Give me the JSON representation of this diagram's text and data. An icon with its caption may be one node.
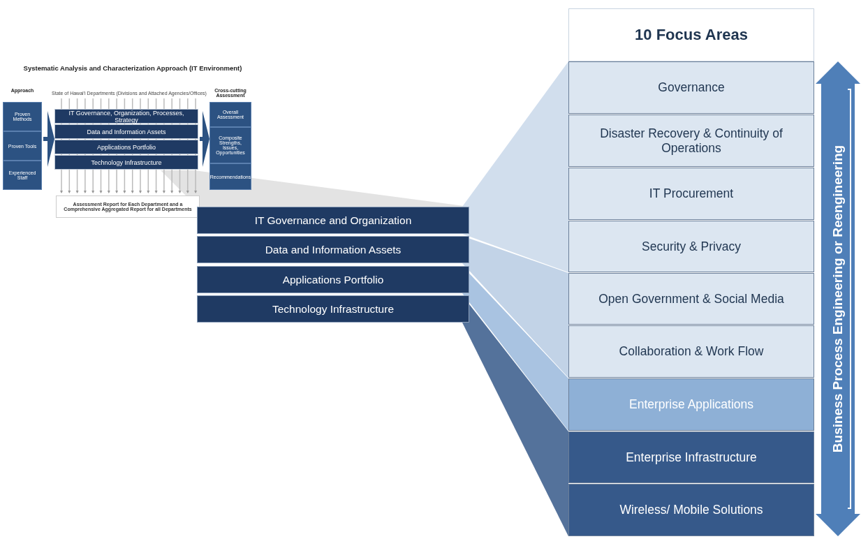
{
  "diagram": {
    "nodes": [
      {
        "text": [
          "Approach"
        ]
      },
      {
        "text": [
          "Proven Methods"
        ],
        "in": 0
      },
      {
        "text": [
          "Proven Tools"
        ],
        "in": 0
      },
      {
        "text": [
          "Experienced Staff"
        ],
        "in": 0
      },
      {
        "text": [
          "IT Governance, Organization, Processes, Strategy"
        ]
      },
      {
        "text": [
          "Data and Information Assets"
        ]
      },
      {
        "text": [
          "Applications Portfolio"
        ]
      },
      {
        "text": [
          "Technology Infrastructure"
        ]
      },
      {
        "text": [
          "Cross-cutting Assessment"
        ]
      },
      {
        "text": [
          "Overall Assessment"
        ],
        "in": 8
      },
      {
        "text": [
          "Composite Strengths, Issues, Opportunities"
        ],
        "in": 8
      },
      {
        "text": [
          "Recommendations"
        ],
        "in": 8
      },
      {
        "text": [
          "Assessment Report for Each Department and a Comprehensive Aggregated Report for all Departments"
        ]
      },
      {
        "text": [
          "IT Governance and Organization"
        ]
      },
      {
        "text": [
          "Data and Information Assets"
        ]
      },
      {
        "text": [
          "Applications Portfolio"
        ]
      },
      {
        "text": [
          "Technology Infrastructure"
        ]
      },
      {
        "text": [
          "10 Focus Areas"
        ]
      },
      {
        "text": [
          "Governance"
        ]
      },
      {
        "text": [
          "Disaster Recovery  & Continuity of Operations"
        ]
      },
      {
        "text": [
          "IT Procurement"
        ]
      },
      {
        "text": [
          "Security & Privacy"
        ]
      },
      {
        "text": [
          "Open Government & Social Media"
        ]
      },
      {
        "text": [
          "Collaboration & Work Flow"
        ]
      },
      {
        "text": [
          "Enterprise Applications"
        ]
      },
      {
        "text": [
          "Enterprise Infrastructure"
        ]
      },
      {
        "text": [
          "Wireless/ Mobile Solutions"
        ]
      },
      {
        "text": [
          "Business Process Engineering or Reengineering"
        ]
      }
    ],
    "edges": [
      {
        "from": 0,
        "to": 5,
        "arrow": "to"
      },
      {
        "from": 5,
        "to": 8,
        "arrow": "to"
      }
    ],
    "labels": [
      "Systematic Analysis and Characterization Approach (IT Environment)",
      "State of Hawai'i Departments (Divisions and Attached Agencies/Offices)"
    ]
  }
}
